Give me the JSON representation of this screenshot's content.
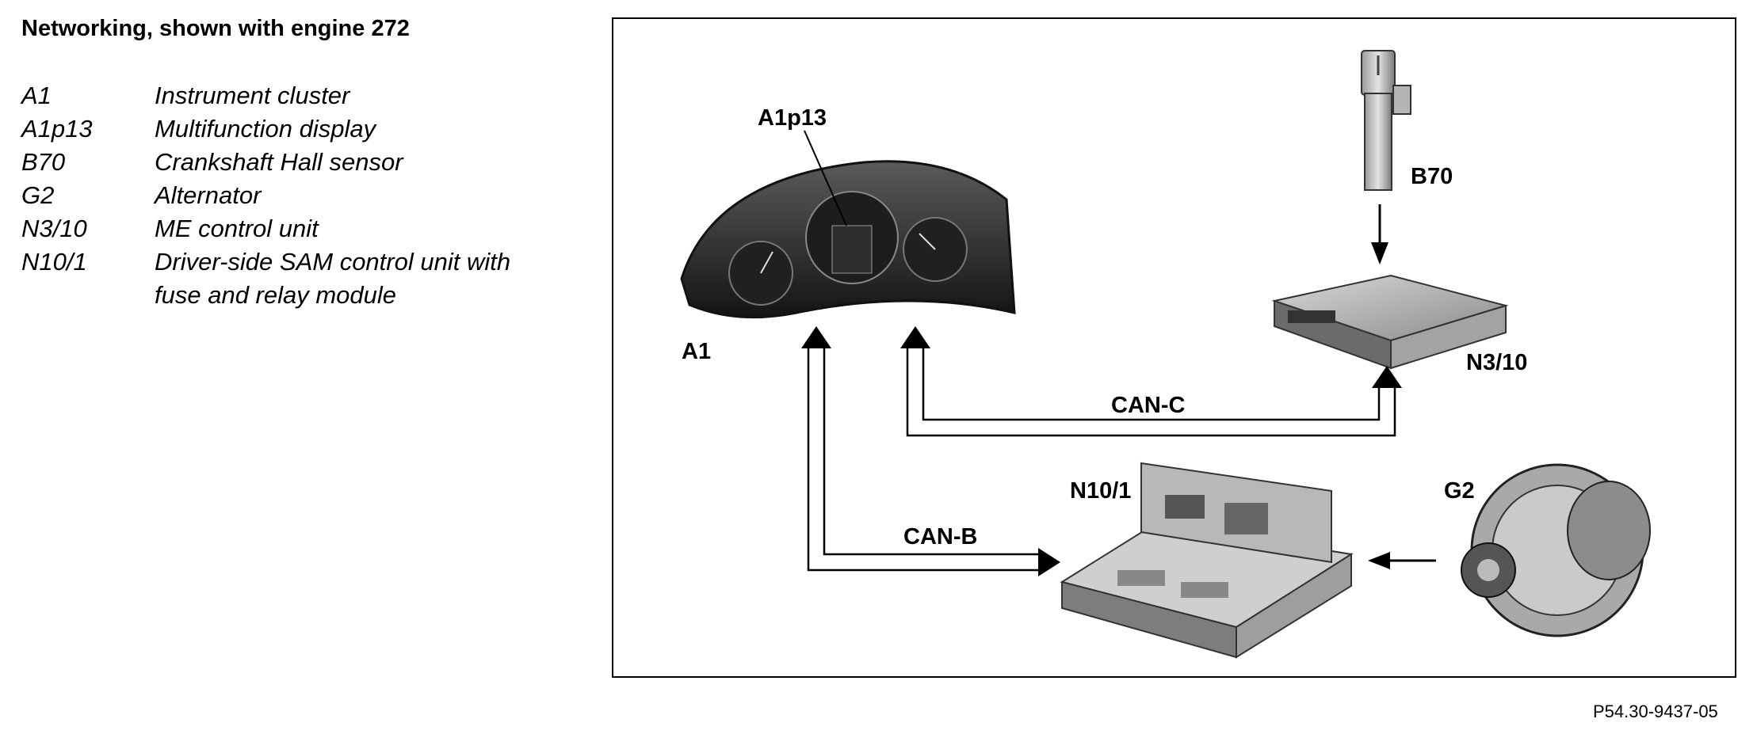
{
  "title": "Networking, shown with engine 272",
  "legend": [
    {
      "code": "A1",
      "desc": "Instrument cluster"
    },
    {
      "code": "A1p13",
      "desc": "Multifunction display"
    },
    {
      "code": "B70",
      "desc": "Crankshaft Hall sensor"
    },
    {
      "code": "G2",
      "desc": "Alternator"
    },
    {
      "code": "N3/10",
      "desc": "ME control unit"
    },
    {
      "code": "N10/1",
      "desc": "Driver-side SAM control unit with",
      "desc_cont": "fuse and relay module"
    }
  ],
  "labels": {
    "a1p13": "A1p13",
    "a1": "A1",
    "b70": "B70",
    "n310": "N3/10",
    "can_c": "CAN-C",
    "n101": "N10/1",
    "g2": "G2",
    "can_b": "CAN-B"
  },
  "reference": "P54.30-9437-05"
}
